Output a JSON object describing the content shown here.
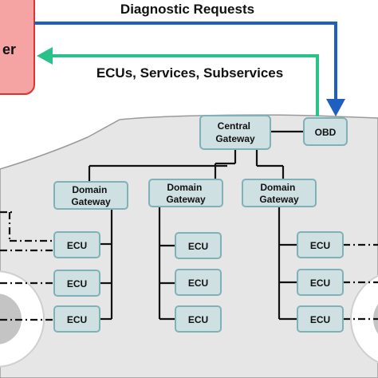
{
  "colors": {
    "node_fill": "#cfe0e3",
    "node_stroke": "#7fb2b8",
    "tester_fill": "#f5a3a3",
    "tester_stroke": "#e03030",
    "request_arrow": "#1f5fc0",
    "response_arrow": "#2bc28a",
    "car_body": "#e6e6e6",
    "wire": "#111111"
  },
  "tester": {
    "label": "er"
  },
  "arrows": {
    "request_label": "Diagnostic Requests",
    "response_label": "ECUs, Services, Subservices"
  },
  "nodes": {
    "central_gateway": [
      "Central",
      "Gateway"
    ],
    "obd": "OBD",
    "domain_gateways": [
      [
        "Domain",
        "Gateway"
      ],
      [
        "Domain",
        "Gateway"
      ],
      [
        "Domain",
        "Gateway"
      ]
    ],
    "ecu_label": "ECU"
  }
}
